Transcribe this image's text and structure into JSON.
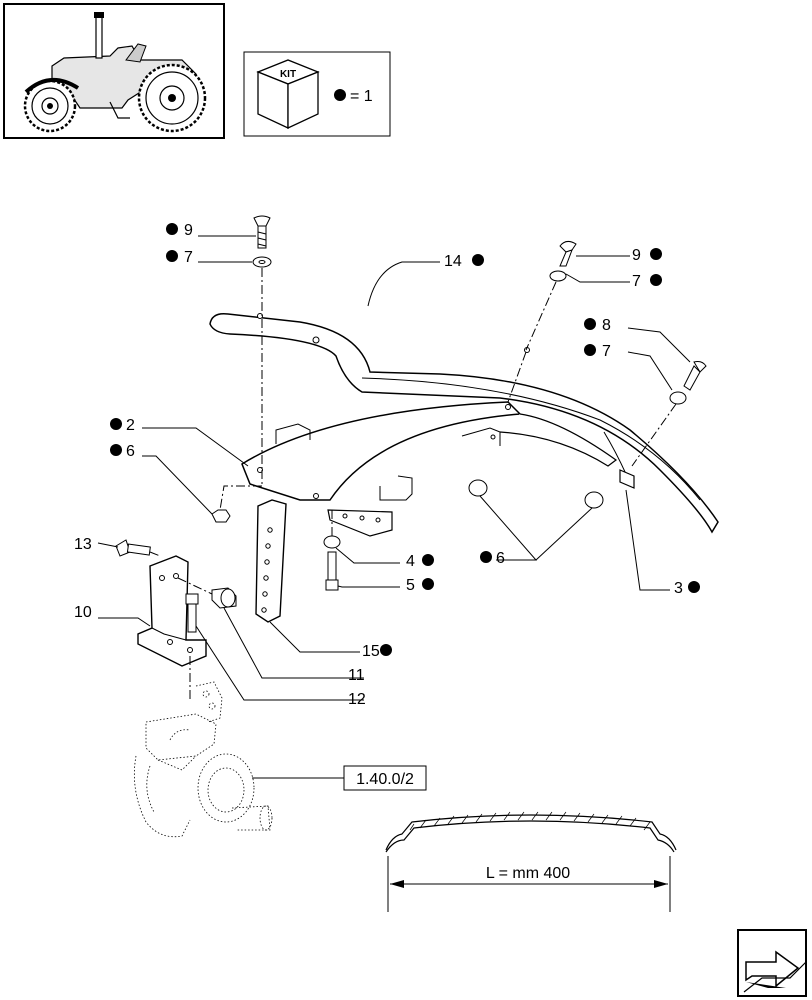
{
  "kit_legend": {
    "badge": "KIT",
    "equals": "= 1"
  },
  "callouts": [
    {
      "id": "c-9-left",
      "text": "9",
      "kit": true
    },
    {
      "id": "c-7-left",
      "text": "7",
      "kit": true
    },
    {
      "id": "c-14",
      "text": "14",
      "kit": true
    },
    {
      "id": "c-9-right",
      "text": "9",
      "kit": true
    },
    {
      "id": "c-7-right",
      "text": "7",
      "kit": true
    },
    {
      "id": "c-8",
      "text": "8",
      "kit": true
    },
    {
      "id": "c-7-right2",
      "text": "7",
      "kit": true
    },
    {
      "id": "c-2",
      "text": "2",
      "kit": true
    },
    {
      "id": "c-6-left",
      "text": "6",
      "kit": true
    },
    {
      "id": "c-13",
      "text": "13",
      "kit": false
    },
    {
      "id": "c-10",
      "text": "10",
      "kit": false
    },
    {
      "id": "c-4",
      "text": "4",
      "kit": true
    },
    {
      "id": "c-5",
      "text": "5",
      "kit": true
    },
    {
      "id": "c-6-right",
      "text": "6",
      "kit": true
    },
    {
      "id": "c-3",
      "text": "3",
      "kit": true
    },
    {
      "id": "c-15",
      "text": "15",
      "kit": true
    },
    {
      "id": "c-11",
      "text": "11",
      "kit": false
    },
    {
      "id": "c-12",
      "text": "12",
      "kit": false
    }
  ],
  "reference": "1.40.0/2",
  "dimension": "L = mm 400",
  "icons": [
    "tractor-thumbnail-icon",
    "kit-box-icon",
    "next-page-arrow-icon"
  ]
}
